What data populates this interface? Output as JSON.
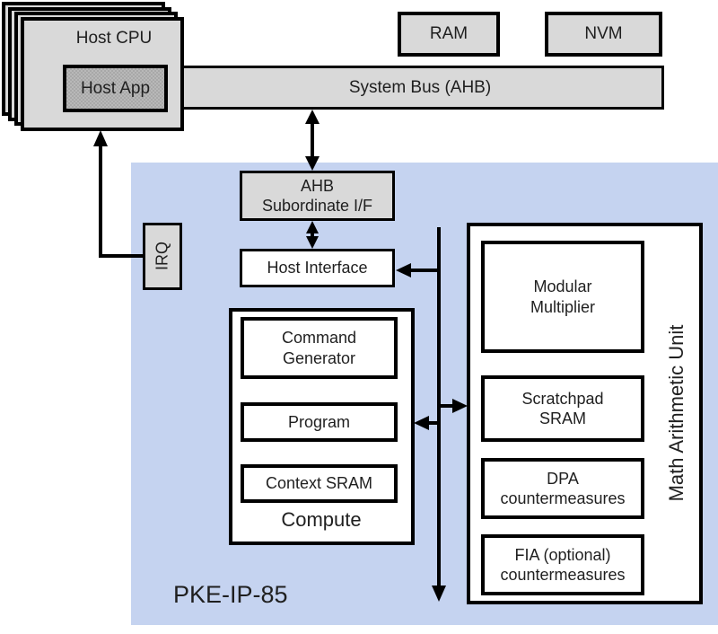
{
  "diagram": {
    "host_cpu": {
      "label": "Host CPU",
      "app_label": "Host App"
    },
    "memory": {
      "ram": "RAM",
      "nvm": "NVM"
    },
    "system_bus": {
      "label": "System Bus (AHB)"
    },
    "pke": {
      "label": "PKE-IP-85",
      "irq_label": "IRQ",
      "ahb_subordinate": [
        "AHB",
        "Subordinate I/F"
      ],
      "host_interface": "Host Interface",
      "compute": {
        "label": "Compute",
        "command_generator": [
          "Command",
          "Generator"
        ],
        "program": "Program",
        "context_sram": "Context SRAM"
      },
      "mau": {
        "label": "Math Arithmetic Unit",
        "modular_multiplier": [
          "Modular",
          "Multiplier"
        ],
        "scratchpad_sram": [
          "Scratchpad",
          "SRAM"
        ],
        "dpa": [
          "DPA",
          "countermeasures"
        ],
        "fia": [
          "FIA (optional)",
          "countermeasures"
        ]
      }
    }
  },
  "colors": {
    "panel-blue": "#c5d3f0",
    "box-gray": "#d9d9d9",
    "dark-gray": "#a8a8a8",
    "text-black": "#1f1f1f",
    "line-black": "#000000"
  }
}
